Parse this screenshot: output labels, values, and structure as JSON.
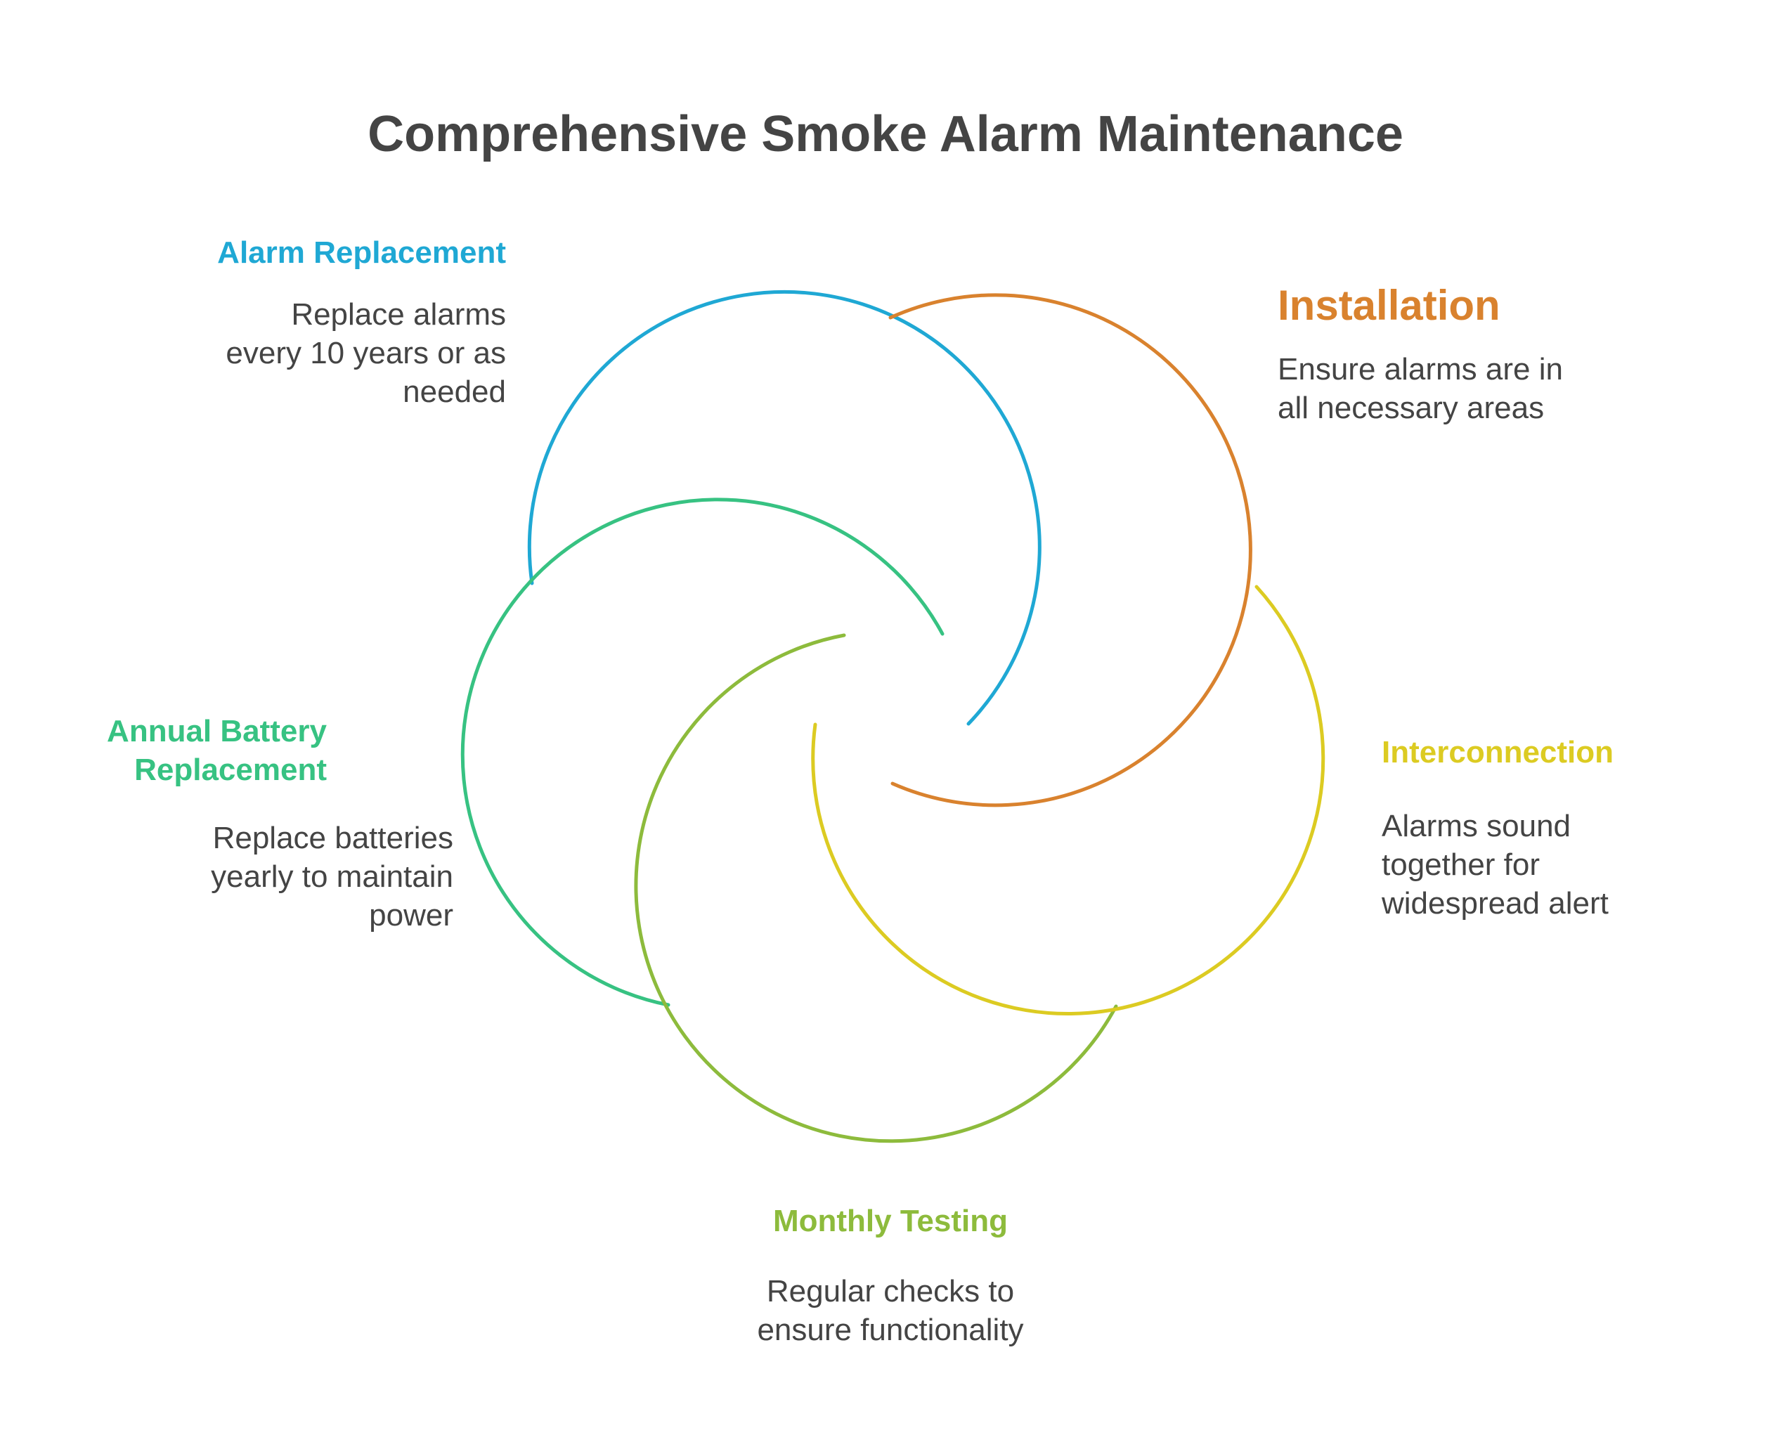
{
  "title": "Comprehensive Smoke Alarm Maintenance",
  "colors": {
    "blue": "#1FA8D4",
    "orange": "#D9822E",
    "yellow": "#DCCB22",
    "lightgreen": "#8DBB3C",
    "green": "#37C282",
    "text": "#444444"
  },
  "sections": {
    "alarm_replacement": {
      "title": "Alarm Replacement",
      "lines": [
        "Replace alarms",
        "every 10 years or as",
        "needed"
      ]
    },
    "installation": {
      "title": "Installation",
      "lines": [
        "Ensure alarms are in",
        "all necessary areas"
      ]
    },
    "interconnection": {
      "title": "Interconnection",
      "lines": [
        "Alarms sound",
        "together for",
        "widespread alert"
      ]
    },
    "monthly_testing": {
      "title": "Monthly Testing",
      "lines": [
        "Regular checks to",
        "ensure functionality"
      ]
    },
    "annual_battery": {
      "title_lines": [
        "Annual Battery",
        "Replacement"
      ],
      "lines": [
        "Replace batteries",
        "yearly to maintain",
        "power"
      ]
    }
  }
}
